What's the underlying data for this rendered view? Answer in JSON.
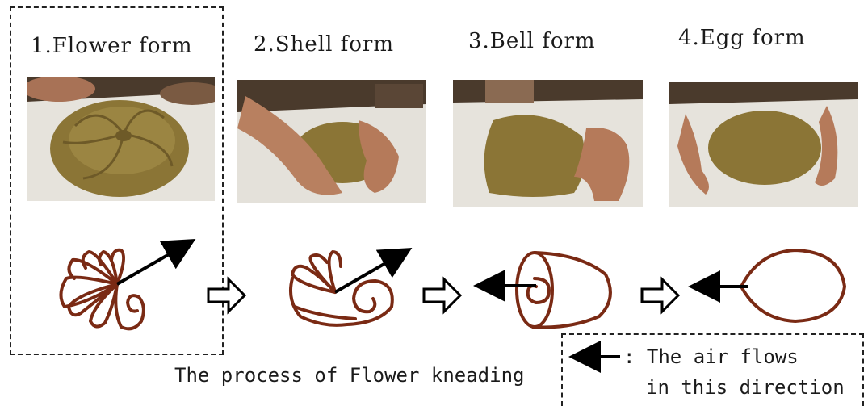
{
  "steps": [
    {
      "label": "1.Flower form",
      "photo": "photo of clay kneaded in flower form",
      "diagram": "flower-form-diagram"
    },
    {
      "label": "2.Shell form",
      "photo": "photo of hands kneading clay in shell form",
      "diagram": "shell-form-diagram"
    },
    {
      "label": "3.Bell form",
      "photo": "photo of clay shaped in bell form",
      "diagram": "bell-form-diagram"
    },
    {
      "label": "4.Egg form",
      "photo": "photo of clay shaped in egg form",
      "diagram": "egg-form-diagram"
    }
  ],
  "caption": "The process of Flower kneading",
  "legend": {
    "line1": ": The air flows",
    "line2": "in this direction"
  },
  "colors": {
    "stroke": "#7a2a14",
    "clay": "#8a7238",
    "table": "#e4e2dc",
    "skin": "#b57a5a"
  }
}
